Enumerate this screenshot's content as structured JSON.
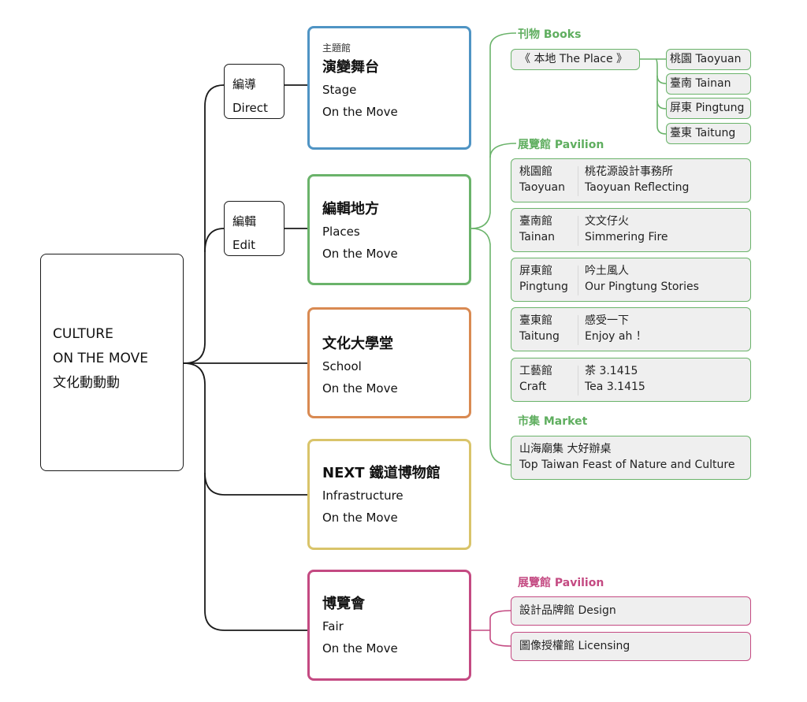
{
  "colors": {
    "line": "#1a1a1a",
    "stage": "#4f94c4",
    "places": "#6ab36a",
    "school": "#d98a52",
    "infrastructure": "#d9c46a",
    "fair": "#c44a82",
    "leaf_fill": "#efefef"
  },
  "root": {
    "line1": "CULTURE",
    "line2": "ON THE MOVE",
    "line3": "文化動動動"
  },
  "groups": [
    {
      "zh": "編導",
      "en": "Direct"
    },
    {
      "zh": "編輯",
      "en": "Edit"
    }
  ],
  "categories": [
    {
      "pre": "主題館",
      "zh": "演變舞台",
      "en": "Stage",
      "tag": "On the Move"
    },
    {
      "zh": "編輯地方",
      "en": "Places",
      "tag": "On the Move"
    },
    {
      "zh": "文化大學堂",
      "en": "School",
      "tag": "On the Move"
    },
    {
      "zh": "NEXT 鐵道博物館",
      "en": "Infrastructure",
      "tag": "On the Move"
    },
    {
      "zh": "博覽會",
      "en": "Fair",
      "tag": "On the Move"
    }
  ],
  "places": {
    "books_label": "刊物 Books",
    "book": "《 本地 The Place 》",
    "book_editions": [
      "桃園 Taoyuan",
      "臺南 Tainan",
      "屏東 Pingtung",
      "臺東 Taitung"
    ],
    "pavilion_label": "展覽館 Pavilion",
    "pavilions": [
      {
        "zh_city": "桃園館",
        "en_city": "Taoyuan",
        "zh_title": "桃花源設計事務所",
        "en_title": "Taoyuan Reflecting"
      },
      {
        "zh_city": "臺南館",
        "en_city": "Tainan",
        "zh_title": "文文仔火",
        "en_title": "Simmering Fire"
      },
      {
        "zh_city": "屏東館",
        "en_city": "Pingtung",
        "zh_title": "吟土風人",
        "en_title": "Our Pingtung Stories"
      },
      {
        "zh_city": "臺東館",
        "en_city": "Taitung",
        "zh_title": "感受一下",
        "en_title": "Enjoy ah ！"
      },
      {
        "zh_city": "工藝館",
        "en_city": "Craft",
        "zh_title": "茶 3.1415",
        "en_title": "Tea 3.1415"
      }
    ],
    "market_label": "市集 Market",
    "market_zh": "山海廟集 大好辦桌",
    "market_en": "Top Taiwan Feast of Nature and Culture"
  },
  "fair": {
    "pavilion_label": "展覽館 Pavilion",
    "items": [
      "設計品牌館 Design",
      "圖像授權館 Licensing"
    ]
  }
}
